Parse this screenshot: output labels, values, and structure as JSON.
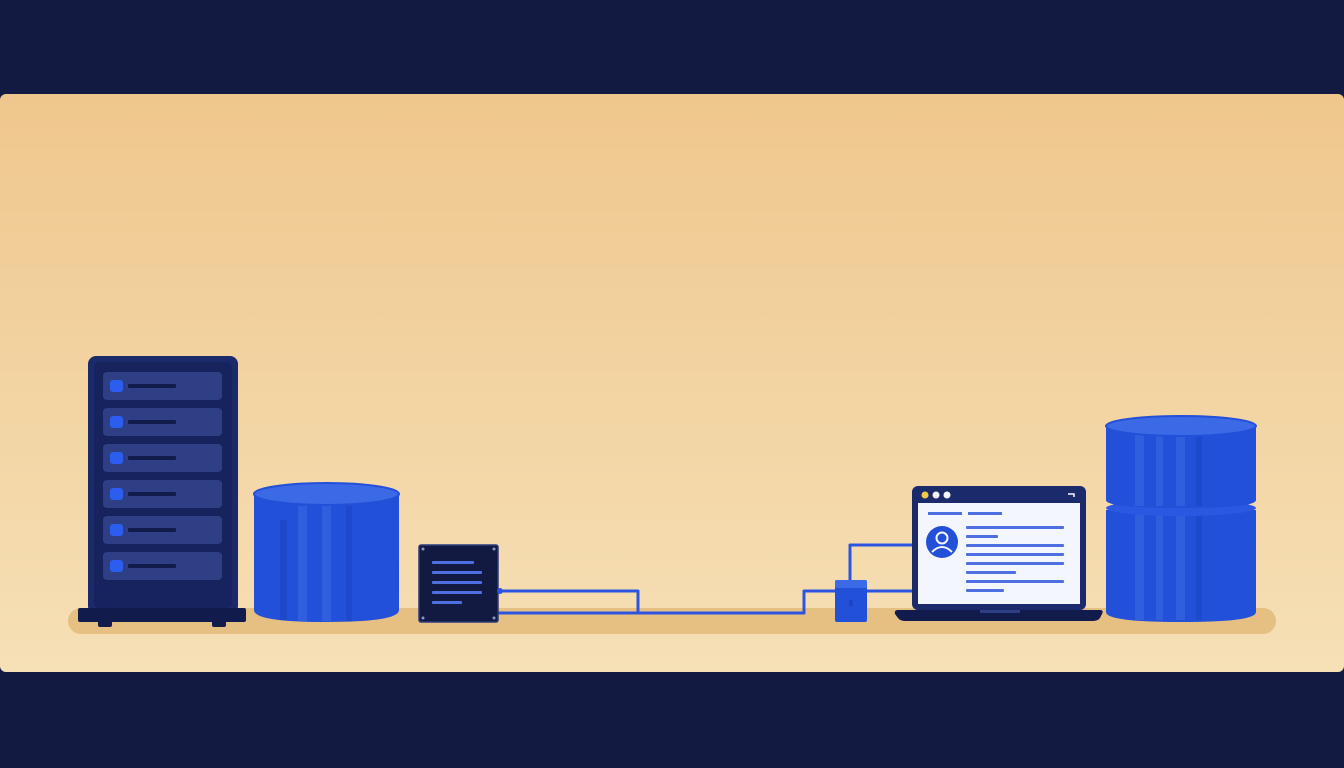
{
  "scene": {
    "colors": {
      "frame": "#121a42",
      "panel_top": "#efc78d",
      "panel_bottom": "#f5dcae",
      "ground": "#e6bf83",
      "navy": "#1b2a6b",
      "navy_dark": "#111c4d",
      "slot": "#2f3f86",
      "blue": "#2250d8",
      "blue_light": "#3c69e6",
      "blue_line": "#2b55e0",
      "screen": "#f4f6ff",
      "text_line": "#4d6fe2"
    },
    "components": [
      {
        "name": "server-rack-icon",
        "kind": "server",
        "slots": 6
      },
      {
        "name": "database-cylinder-icon",
        "kind": "storage"
      },
      {
        "name": "terminal-panel-icon",
        "kind": "document",
        "lines": 5
      },
      {
        "name": "network-switch-icon",
        "kind": "connector"
      },
      {
        "name": "laptop-icon",
        "kind": "client"
      },
      {
        "name": "database-stack-icon",
        "kind": "storage",
        "tiers": 2
      }
    ]
  }
}
